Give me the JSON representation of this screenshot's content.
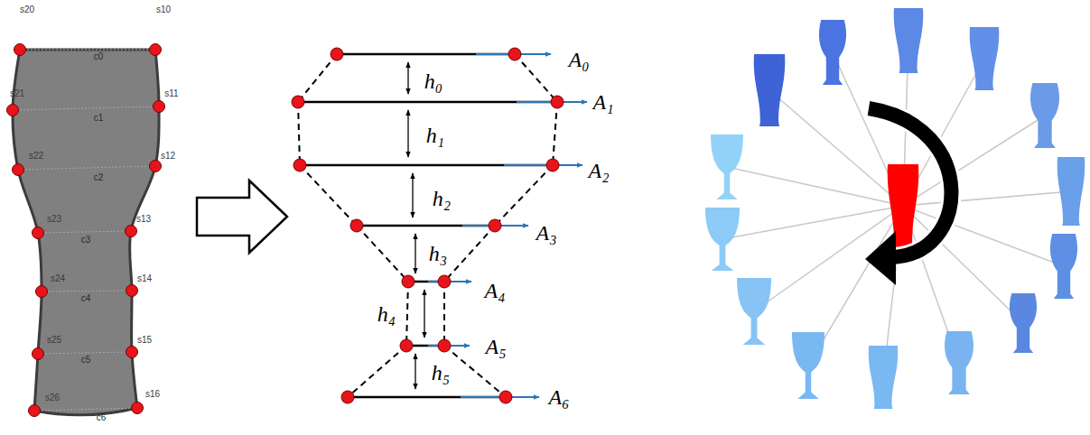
{
  "diagram": {
    "labels": [
      "s20",
      "s10",
      "c0",
      "s21",
      "s11",
      "c1",
      "s22",
      "s12",
      "c2",
      "s23",
      "s13",
      "c3",
      "s24",
      "s14",
      "c4",
      "s25",
      "s15",
      "c5",
      "s26",
      "s16",
      "c6",
      "A₀",
      "h₀",
      "A₁",
      "h₁",
      "A₂",
      "h₂",
      "A₃",
      "h₃",
      "A₄",
      "h₄",
      "A₅",
      "h₅",
      "A₆"
    ]
  }
}
